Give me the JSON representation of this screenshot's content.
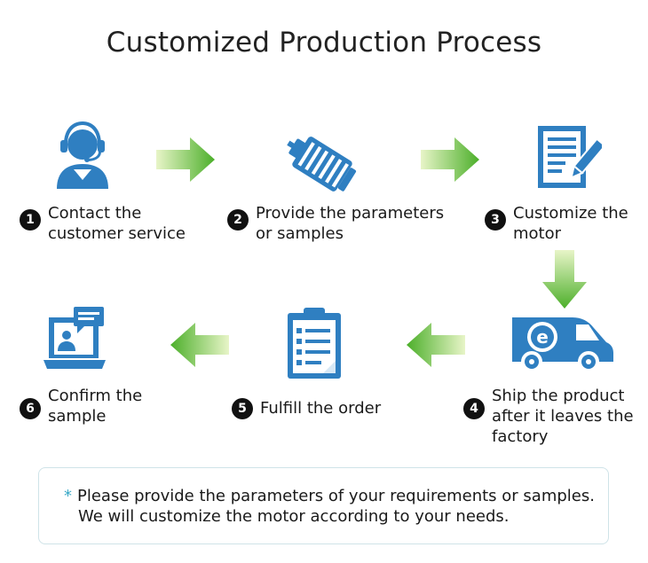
{
  "title": "Customized Production Process",
  "colors": {
    "icon_blue": "#2f7fc1",
    "arrow_green": "#4caf2a",
    "badge": "#111111",
    "note_border": "#cfe3e8",
    "asterisk": "#38a8c6"
  },
  "steps": [
    {
      "number": "1",
      "line1": "Contact the",
      "line2": "customer service",
      "line3": "",
      "icon": "customer-service-headset-icon"
    },
    {
      "number": "2",
      "line1": "Provide the parameters",
      "line2": "or samples",
      "line3": "",
      "icon": "motor-icon"
    },
    {
      "number": "3",
      "line1": "Customize the",
      "line2": "motor",
      "line3": "",
      "icon": "document-pencil-icon"
    },
    {
      "number": "4",
      "line1": "Ship the product",
      "line2": "after it leaves the",
      "line3": "factory",
      "icon": "delivery-van-icon"
    },
    {
      "number": "5",
      "line1": "Fulfill the order",
      "line2": "",
      "line3": "",
      "icon": "clipboard-checklist-icon"
    },
    {
      "number": "6",
      "line1": "Confirm the",
      "line2": "sample",
      "line3": "",
      "icon": "laptop-user-chat-icon"
    }
  ],
  "note": {
    "asterisk": "*",
    "line1": "Please provide the parameters of your requirements or samples.",
    "line2": "We will customize the motor according to your needs."
  }
}
